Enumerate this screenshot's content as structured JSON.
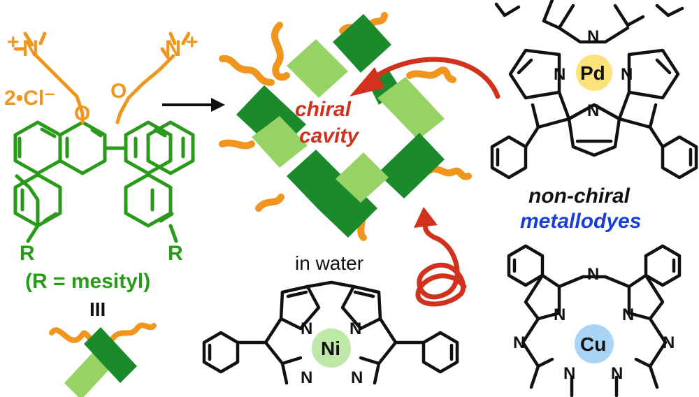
{
  "ligand": {
    "charge_left": "+",
    "charge_right": "+",
    "n_left": "N",
    "n_right": "N",
    "counterion": "2•Cl⁻",
    "o_left": "O",
    "o_right": "O",
    "r_left": "R",
    "r_right": "R",
    "r_definition": "(R = mesityl)",
    "equivalence": "III"
  },
  "assembly": {
    "cavity_line1": "chiral",
    "cavity_line2": "cavity",
    "solvent": "in water"
  },
  "dyes": {
    "heading_line1": "non-chiral",
    "heading_line2": "metallodyes",
    "metal_pd": "Pd",
    "metal_ni": "Ni",
    "metal_cu": "Cu",
    "atom_n": "N"
  },
  "colors": {
    "orange": "#f0961e",
    "green_dark": "#1b8a2a",
    "green_light": "#96d264",
    "ligand_green": "#2a9a1a",
    "red": "#d0321e",
    "blue": "#1a3fd6",
    "pd_fill": "#fbe27a",
    "ni_fill": "#bfe8a8",
    "cu_fill": "#a9d4f5"
  }
}
